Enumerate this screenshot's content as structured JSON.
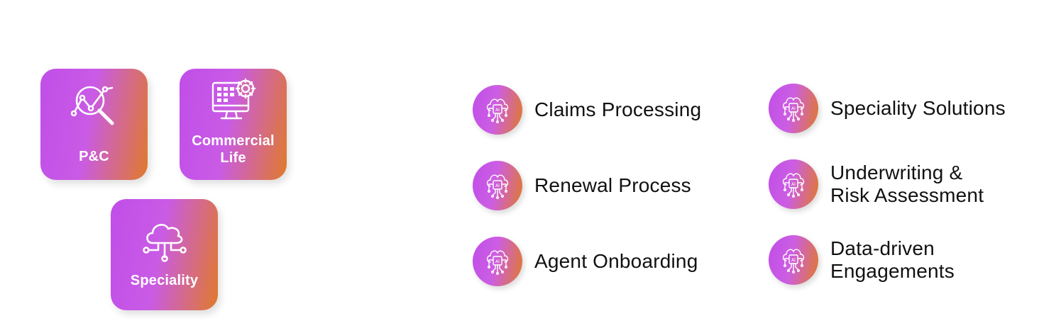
{
  "tiles": [
    {
      "label": "P&C",
      "icon": "analytics-search-icon"
    },
    {
      "label": "Commercial\nLife",
      "icon": "monitor-gear-icon"
    },
    {
      "label": "Speciality",
      "icon": "cloud-network-icon"
    }
  ],
  "items": [
    {
      "label": "Claims Processing",
      "icon": "ai-brain-chip-icon"
    },
    {
      "label": "Renewal Process",
      "icon": "ai-brain-chip-icon"
    },
    {
      "label": "Agent Onboarding",
      "icon": "ai-brain-chip-icon"
    },
    {
      "label": "Speciality Solutions",
      "icon": "ai-brain-chip-icon"
    },
    {
      "label": "Underwriting &\nRisk Assessment",
      "icon": "ai-brain-chip-icon"
    },
    {
      "label": "Data-driven\nEngagements",
      "icon": "ai-brain-chip-icon"
    }
  ],
  "colors": {
    "gradient_start": "#c04ee8",
    "gradient_end": "#e07a2a",
    "text": "#111111"
  }
}
